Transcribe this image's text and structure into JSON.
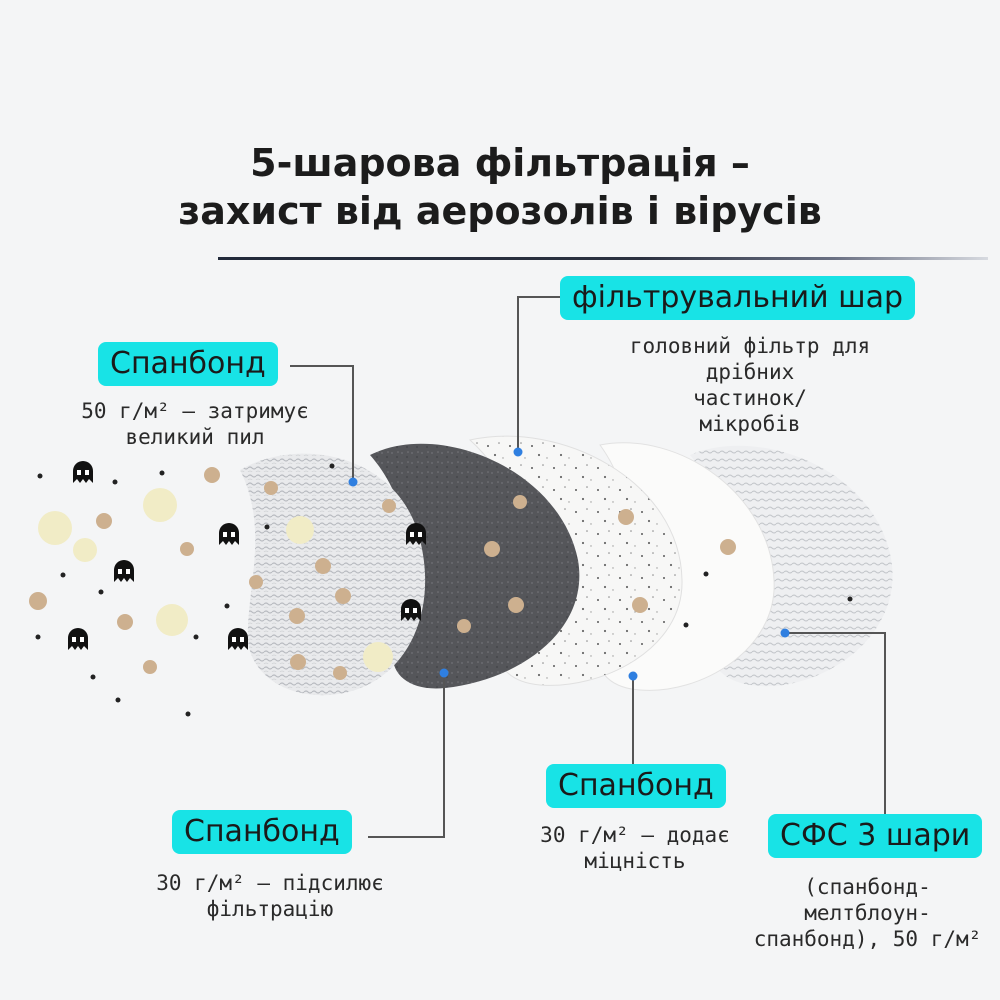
{
  "title": {
    "line1": "5-шарова фільтрація –",
    "line2": "захист від аерозолів і вірусів"
  },
  "layers": [
    {
      "label": "Спанбонд",
      "desc_line1": "50 г/м²  — затримує",
      "desc_line2": "великий пил"
    },
    {
      "label": "Спанбонд",
      "desc_line1": "30 г/м² — підсилює",
      "desc_line2": "фільтрацію"
    },
    {
      "label": "фільтрувальний шар",
      "desc_line1": "головний фільтр для",
      "desc_line2": "дрібних",
      "desc_line3": "частинок/",
      "desc_line4": "мікробів"
    },
    {
      "label": "Спанбонд",
      "desc_line1": "30 г/м² — додає",
      "desc_line2": "міцність"
    },
    {
      "label": "СФС 3 шари",
      "desc_line1": "(спанбонд-",
      "desc_line2": "мелтблоун-",
      "desc_line3": "спанбонд), 50 г/м²"
    }
  ],
  "colors": {
    "label_bg": "#18e3e6",
    "connector": "#555555",
    "pin": "#2f7fe0",
    "particle_tan": "#cdb08f",
    "particle_cream": "#f1ecc6"
  },
  "icons": [
    "ghost-icon"
  ]
}
